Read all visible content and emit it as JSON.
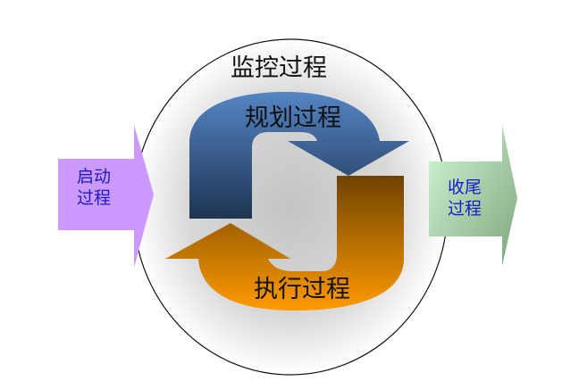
{
  "monitor": {
    "label": "监控过程"
  },
  "planning": {
    "label": "规划过程",
    "color": "#4f81bd"
  },
  "executing": {
    "label": "执行过程",
    "color": "#ff9900"
  },
  "initiating": {
    "line1": "启动",
    "line2": "过程",
    "color": "#cc99ff"
  },
  "closing": {
    "line1": "收尾",
    "line2": "过程",
    "color": "#c6efc6"
  }
}
